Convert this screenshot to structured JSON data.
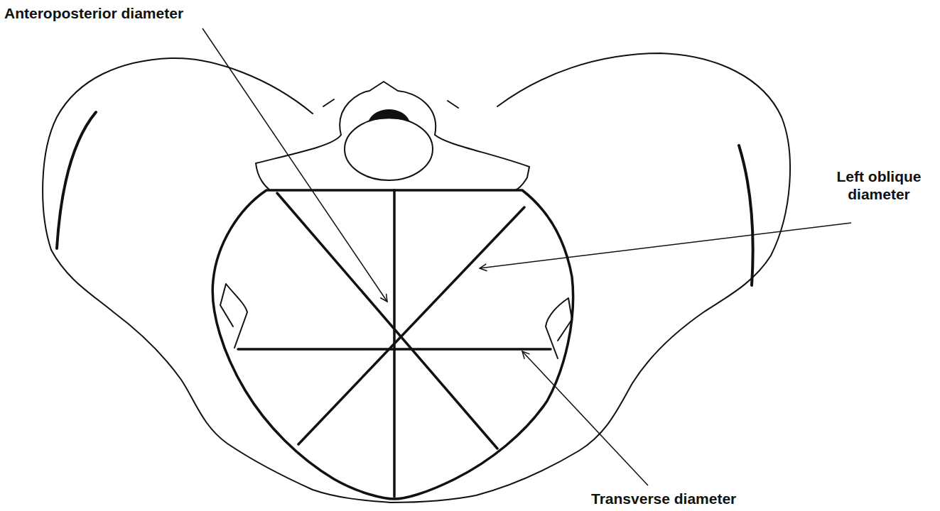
{
  "diagram": {
    "labels": [
      "Anteroposterior diameter",
      "Left oblique diameter",
      "Transverse diameter"
    ]
  }
}
